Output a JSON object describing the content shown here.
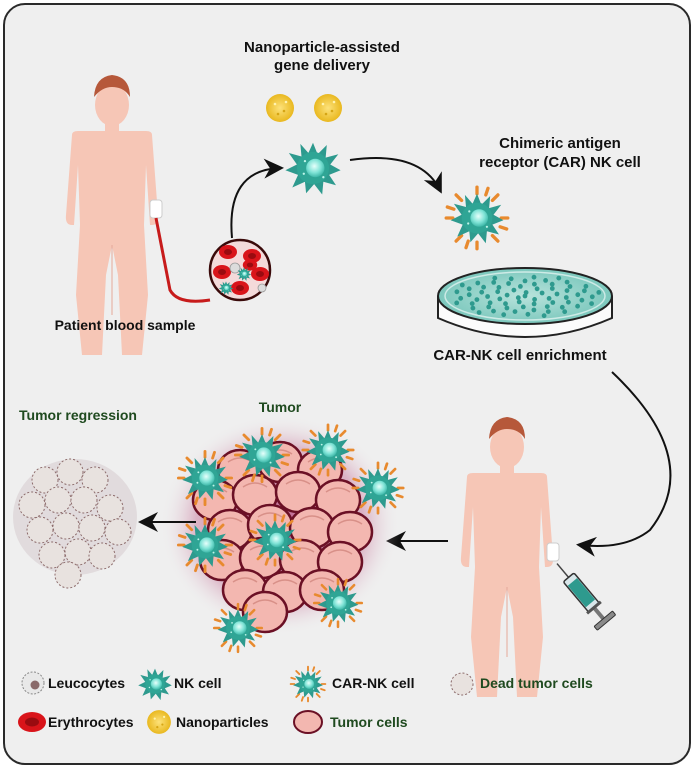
{
  "labels": {
    "gene_delivery_line1": "Nanoparticle-assisted",
    "gene_delivery_line2": "gene delivery",
    "car_nk_line1": "Chimeric antigen",
    "car_nk_line2": "receptor (CAR) NK cell",
    "patient_blood": "Patient blood  sample",
    "enrichment": "CAR-NK cell enrichment",
    "tumor": "Tumor",
    "tumor_regression": "Tumor regression"
  },
  "legend": {
    "leucocytes": "Leucocytes",
    "nk_cell": "NK cell",
    "car_nk_cell": "CAR-NK cell",
    "dead_tumor_cells": "Dead tumor cells",
    "erythrocytes": "Erythrocytes",
    "nanoparticles": "Nanoparticles",
    "tumor_cells": "Tumor cells"
  },
  "colors": {
    "background": "#efefef",
    "skin": "#f6c6b6",
    "hair": "#b6583a",
    "nk_cell": "#2e9a8e",
    "nk_nucleus": "#9ff0e4",
    "car_receptor": "#e88a2e",
    "erythrocyte": "#d9141a",
    "nanoparticle": "#f3cf3a",
    "tumor_cell": "#f3b7b0",
    "tumor_outline": "#6b1025",
    "tumor_glow": "#b3477a",
    "dead_cell": "#e8e2df",
    "title_green": "#1f4a1f"
  }
}
